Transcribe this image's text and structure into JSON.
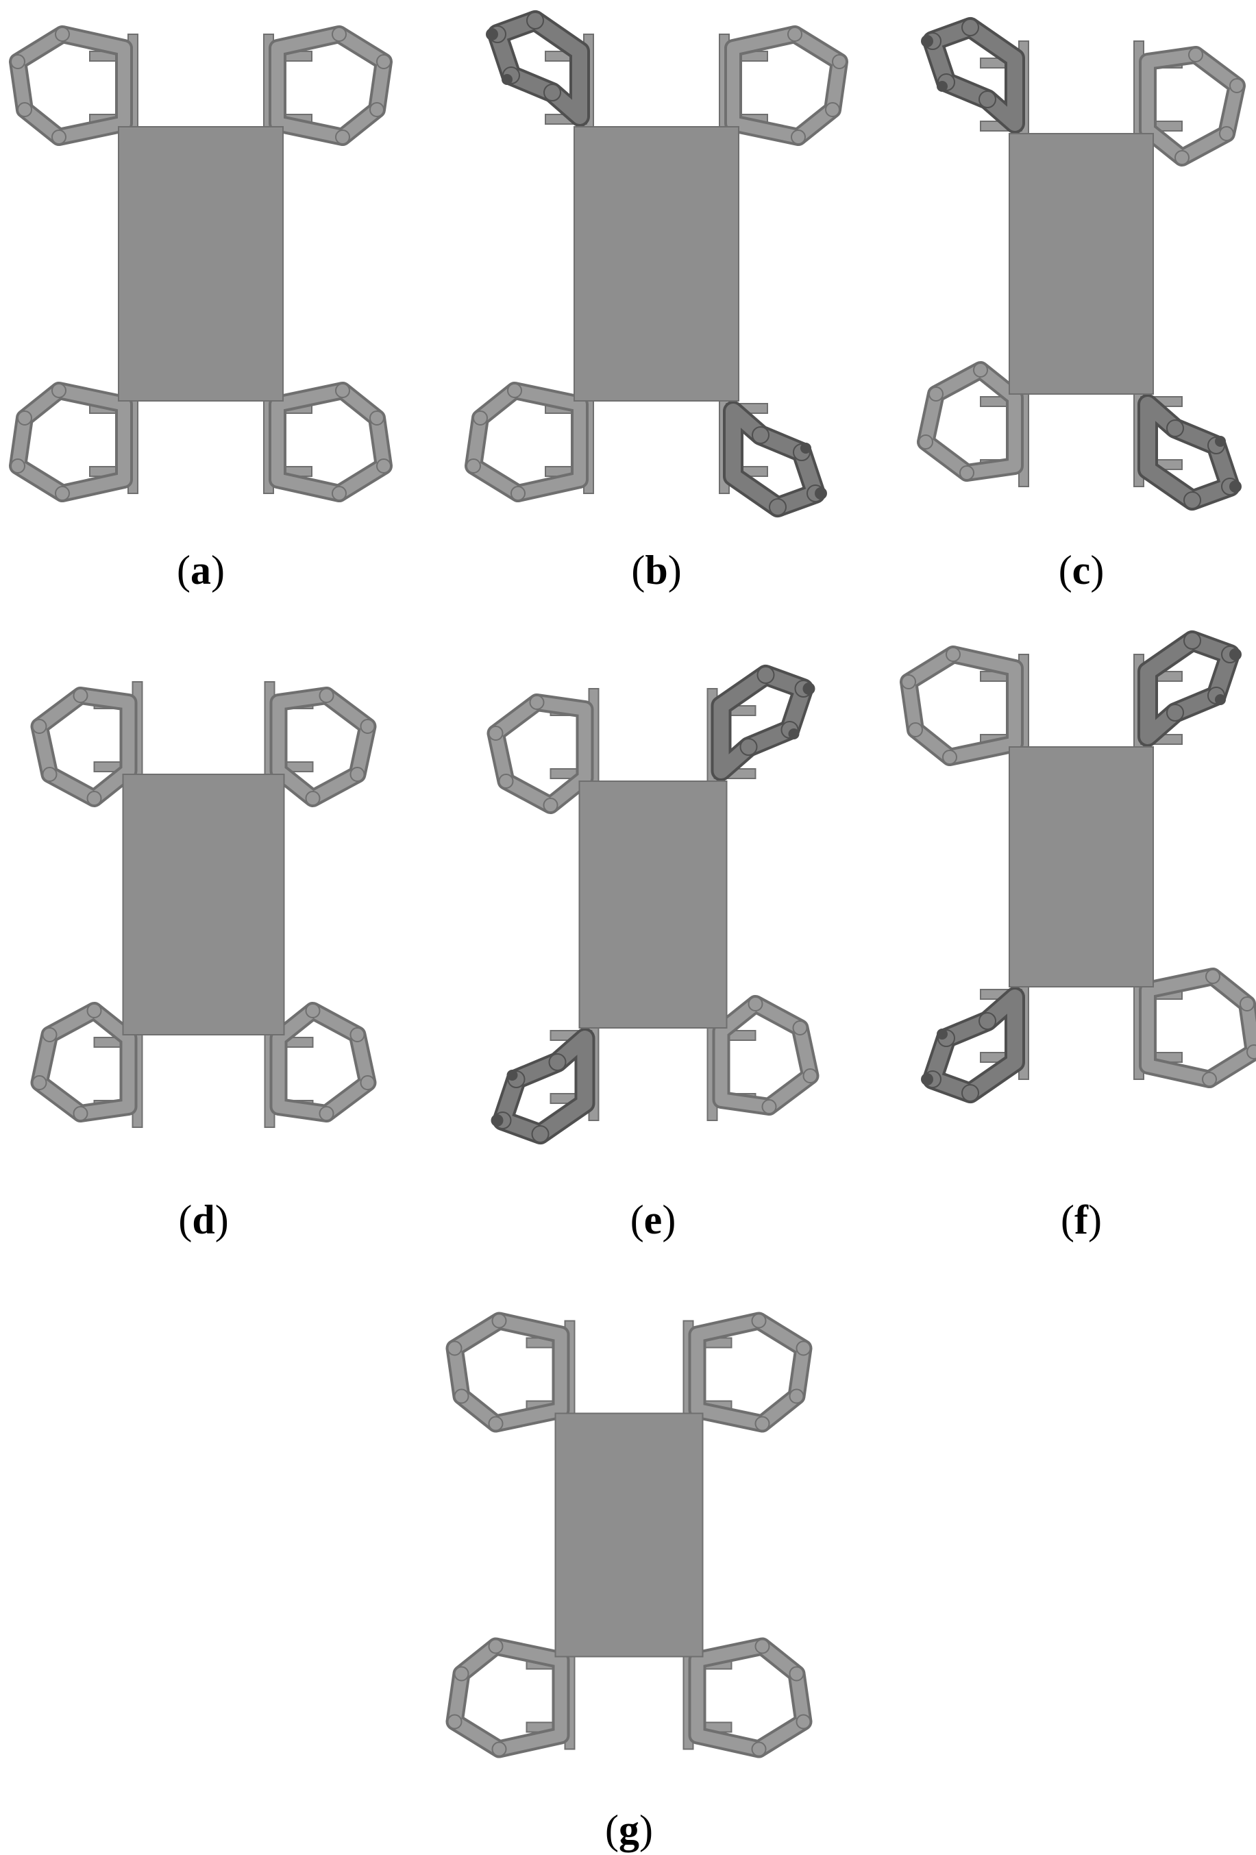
{
  "figure": {
    "panels": [
      {
        "id": "a",
        "label": "a",
        "lifted_legs": []
      },
      {
        "id": "b",
        "label": "b",
        "lifted_legs": [
          "front-left",
          "rear-right"
        ]
      },
      {
        "id": "c",
        "label": "c",
        "lifted_legs": [
          "front-left",
          "rear-right"
        ]
      },
      {
        "id": "d",
        "label": "d",
        "lifted_legs": []
      },
      {
        "id": "e",
        "label": "e",
        "lifted_legs": [
          "front-right",
          "rear-left"
        ]
      },
      {
        "id": "f",
        "label": "f",
        "lifted_legs": [
          "front-right",
          "rear-left"
        ]
      },
      {
        "id": "g",
        "label": "g",
        "lifted_legs": []
      }
    ]
  },
  "colors": {
    "body": "#8e8e8e",
    "leg": "#9a9a9a",
    "leg_stroke": "#6f6f6f",
    "lifted_leg": "#7c7c7c",
    "lifted_stroke": "#4f4f4f",
    "background": "#ffffff",
    "label": "#000000"
  }
}
